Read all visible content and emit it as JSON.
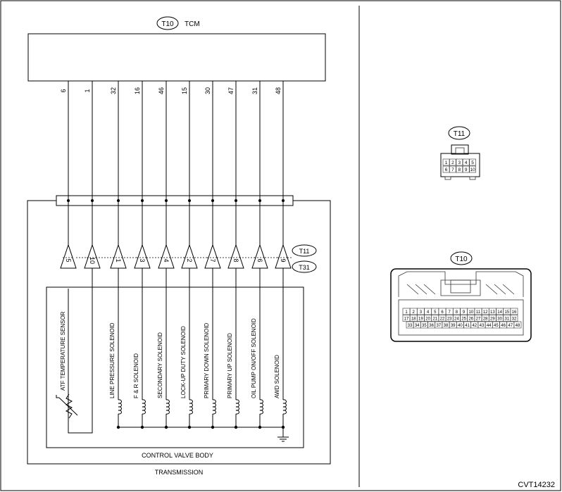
{
  "diagram_id": "CVT14232",
  "tcm": {
    "connector_tag": "T10",
    "label": "TCM"
  },
  "pins": [
    {
      "tcm_pin": "6",
      "terminal": "5",
      "component": "ATF TEMPERATURE SENSOR"
    },
    {
      "tcm_pin": "1",
      "terminal": "10",
      "component": ""
    },
    {
      "tcm_pin": "32",
      "terminal": "1",
      "component": "LINE PRESSURE SOLENOID"
    },
    {
      "tcm_pin": "16",
      "terminal": "3",
      "component": "F & R SOLENOID"
    },
    {
      "tcm_pin": "46",
      "terminal": "4",
      "component": "SECONDARY SOLENOID"
    },
    {
      "tcm_pin": "15",
      "terminal": "2",
      "component": "LOCK-UP DUTY SOLENOID"
    },
    {
      "tcm_pin": "30",
      "terminal": "7",
      "component": "PRIMARY DOWN SOLENOID"
    },
    {
      "tcm_pin": "47",
      "terminal": "8",
      "component": "PRIMARY UP SOLENOID"
    },
    {
      "tcm_pin": "31",
      "terminal": "6",
      "component": "OIL PUMP ON/OFF SOLENOID"
    },
    {
      "tcm_pin": "48",
      "terminal": "9",
      "component": "AWD SOLENOID"
    }
  ],
  "connector_tags": {
    "upper": "T11",
    "lower": "T31"
  },
  "labels": {
    "control_valve_body": "CONTROL VALVE BODY",
    "transmission": "TRANSMISSION"
  },
  "connector_t11": {
    "tag": "T11",
    "rows": [
      [
        "1",
        "2",
        "3",
        "4",
        "5"
      ],
      [
        "6",
        "7",
        "8",
        "9",
        "10"
      ]
    ]
  },
  "connector_t10": {
    "tag": "T10",
    "rows": [
      [
        "1",
        "2",
        "3",
        "4",
        "5",
        "6",
        "7",
        "8",
        "9",
        "10",
        "11",
        "12",
        "13",
        "14",
        "15",
        "16"
      ],
      [
        "17",
        "18",
        "19",
        "20",
        "21",
        "22",
        "23",
        "24",
        "25",
        "26",
        "27",
        "28",
        "29",
        "30",
        "31",
        "32"
      ],
      [
        "33",
        "34",
        "35",
        "36",
        "37",
        "38",
        "39",
        "40",
        "41",
        "42",
        "43",
        "44",
        "45",
        "46",
        "47",
        "48"
      ]
    ]
  }
}
